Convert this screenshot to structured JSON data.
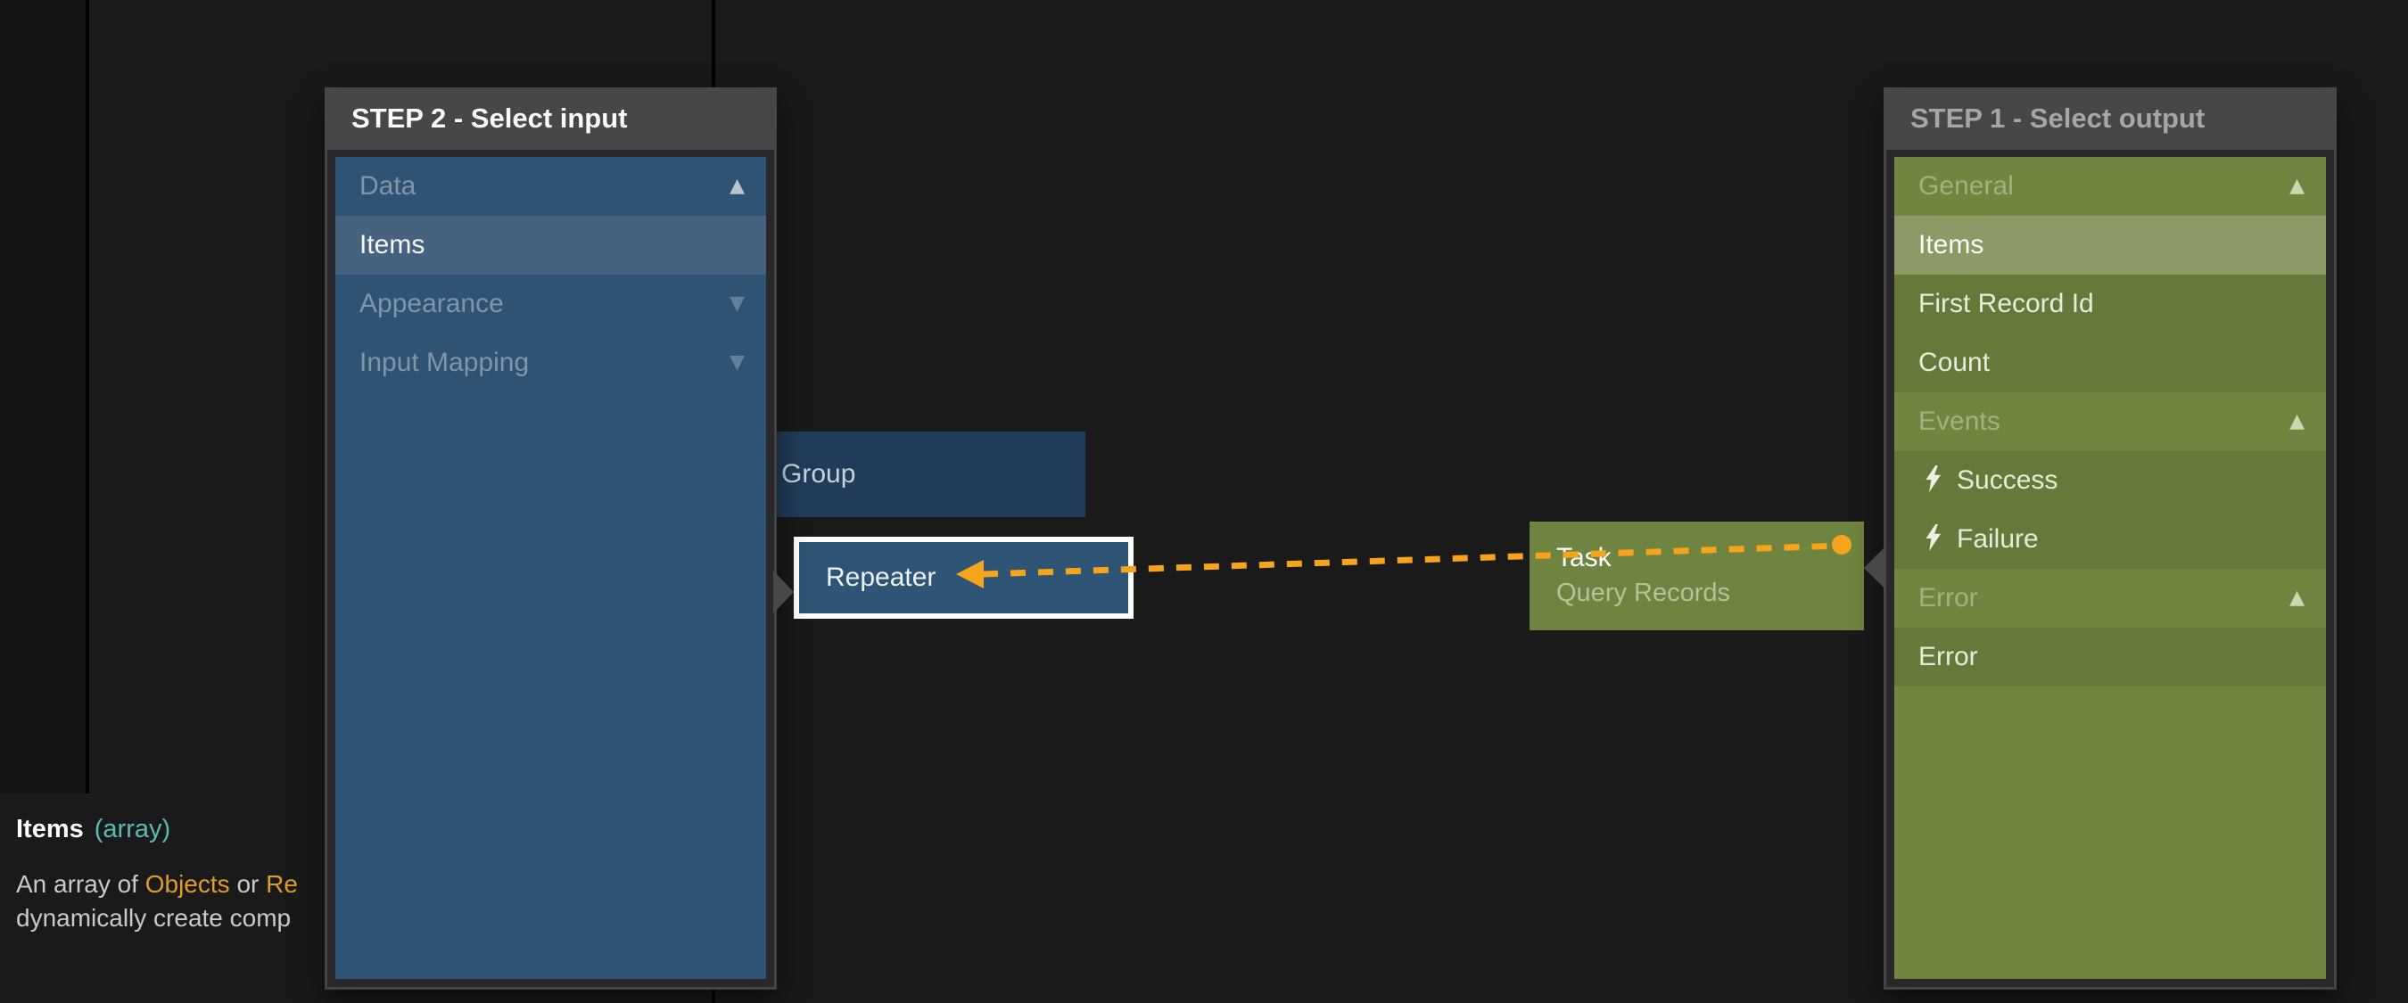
{
  "panels": {
    "input": {
      "title": "STEP 2 - Select input",
      "rows": [
        {
          "label": "Data",
          "type": "section",
          "state": "expanded"
        },
        {
          "label": "Items",
          "type": "item",
          "selected": true
        },
        {
          "label": "Appearance",
          "type": "section",
          "state": "collapsed"
        },
        {
          "label": "Input Mapping",
          "type": "section",
          "state": "collapsed"
        }
      ]
    },
    "output": {
      "title": "STEP 1 - Select output",
      "rows": [
        {
          "label": "General",
          "type": "section",
          "state": "expanded"
        },
        {
          "label": "Items",
          "type": "item",
          "selected": true
        },
        {
          "label": "First Record Id",
          "type": "item"
        },
        {
          "label": "Count",
          "type": "item"
        },
        {
          "label": "Events",
          "type": "section",
          "state": "expanded"
        },
        {
          "label": "Success",
          "type": "item",
          "icon": "lightning"
        },
        {
          "label": "Failure",
          "type": "item",
          "icon": "lightning"
        },
        {
          "label": "Error",
          "type": "section",
          "state": "expanded"
        },
        {
          "label": "Error",
          "type": "item"
        }
      ]
    }
  },
  "nodes": {
    "group": {
      "label": "Group"
    },
    "repeater": {
      "label": "Repeater",
      "selected": true
    },
    "task": {
      "title": "Task",
      "subtitle": "Query Records"
    }
  },
  "tooltip": {
    "title": "Items",
    "type": "(array)",
    "description_line1": [
      {
        "t": "An array of ",
        "c": "text"
      },
      {
        "t": "Objects",
        "c": "link"
      },
      {
        "t": " or ",
        "c": "text"
      },
      {
        "t": "Re",
        "c": "link"
      }
    ],
    "description_line2": [
      {
        "t": "dynamically create comp",
        "c": "text"
      }
    ]
  },
  "colors": {
    "canvas_bg": "#1a1a1b",
    "panel_header_bg": "#47474a",
    "panel_frame": "#454547",
    "panel_frame_inner": "#29292b",
    "input_body": "#2e5375",
    "input_selected": "#47627f",
    "input_muted_text": "#8095aa",
    "output_body": "#70853f",
    "output_item": "#657a3a",
    "output_selected": "#8c9b66",
    "output_muted_text": "#a3b180",
    "group_node": "#203c59",
    "node_blue": "#2e5476",
    "task_node": "#6f8440",
    "connection_orange": "#f7a41d",
    "type_teal": "#5cb9b2",
    "link_orange": "#dd9d28"
  }
}
